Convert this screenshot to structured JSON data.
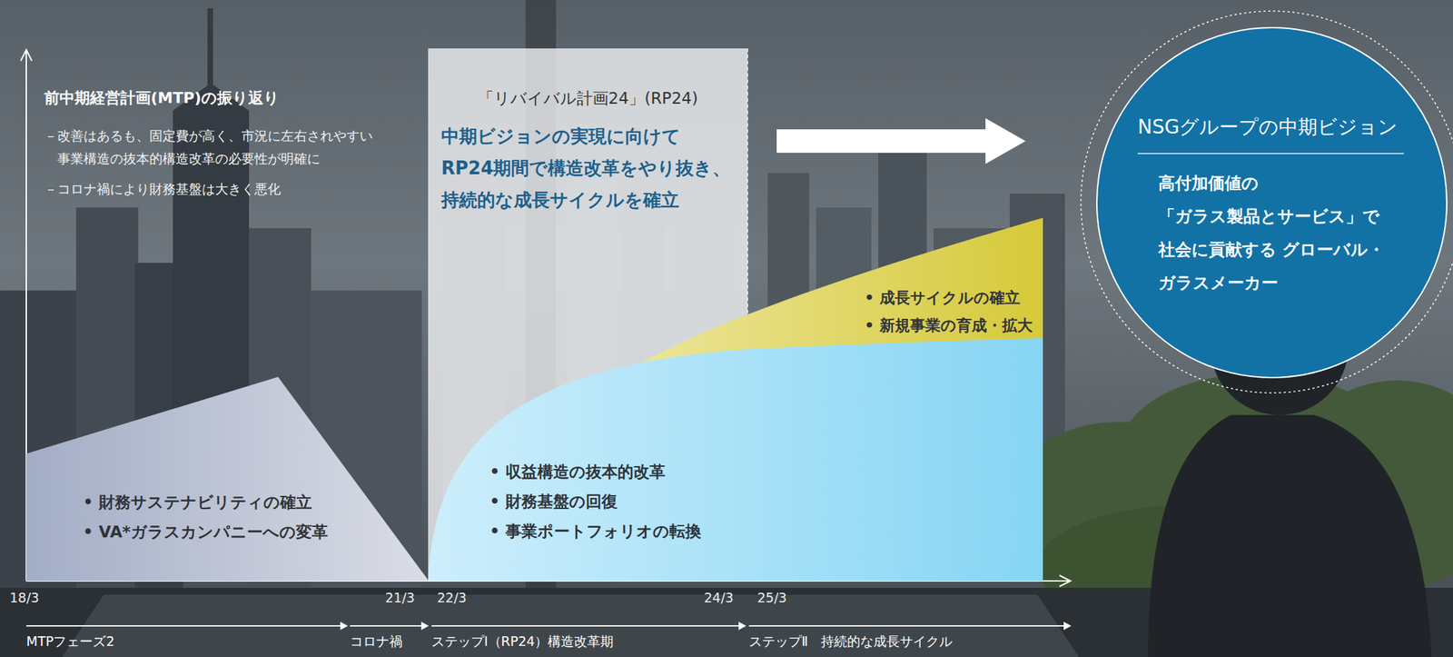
{
  "diagram": {
    "nodes": [
      {
        "text": [
          "• 財務サステナビリティの確立",
          "• VA*ガラスカンパニーへの変革"
        ]
      },
      {
        "text": [
          "「リバイバル計画24」(RP24)",
          "中期ビジョンの実現に向けて RP24期間で構造改革をやり抜き、 持続的な成長サイクルを確立"
        ]
      },
      {
        "text": [
          "• 収益構造の抜本的改革",
          "• 財務基盤の回復",
          "• 事業ポートフォリオの転換"
        ]
      },
      {
        "text": [
          "• 成長サイクルの確立",
          "• 新規事業の育成・拡大"
        ]
      },
      {
        "text": [
          "NSGグループの中期ビジョン",
          "高付加価値の 「ガラス製品とサービス」で 社会に貢献する グローバル・ガラスメーカー"
        ]
      }
    ],
    "edges": [
      {
        "from": 1,
        "to": 4,
        "arrow": "to"
      }
    ],
    "labels": [
      "前中期経営計画(MTP)の振り返り",
      "－改善はあるも、固定費が高く、市況に左右されやすい 事業構造の抜本的構造改革の必要性が明確に",
      "－コロナ禍により財務基盤は大きく悪化",
      "18/3",
      "21/3",
      "22/3",
      "24/3",
      "25/3",
      "MTPフェーズ2",
      "コロナ禍",
      "ステップⅠ（RP24）構造改革期",
      "ステップⅡ　持続的な成長サイクル"
    ]
  }
}
